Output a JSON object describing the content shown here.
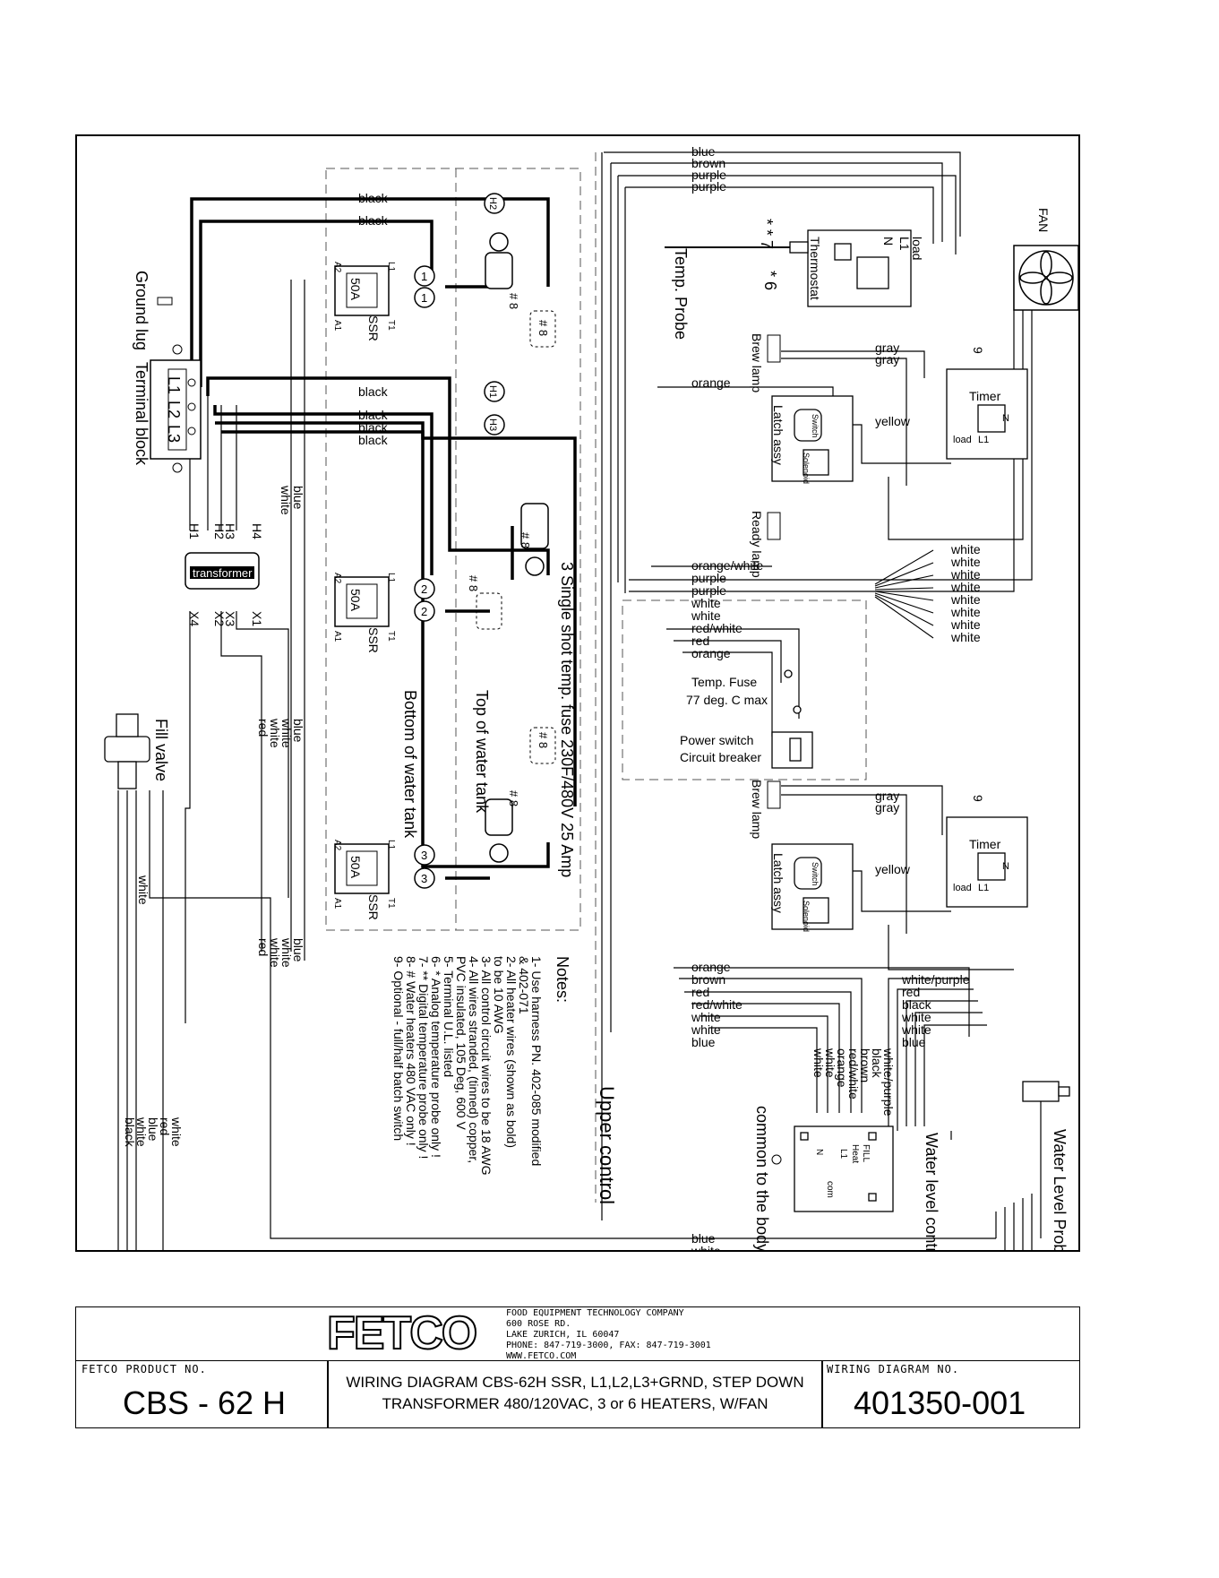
{
  "wire_labels": {
    "blue": "blue",
    "brown": "brown",
    "purple": "purple",
    "black": "black",
    "white": "white",
    "red": "red",
    "gray": "gray",
    "orange": "orange",
    "yellow": "yellow",
    "orange_white": "orange/white",
    "red_white": "red/white",
    "white_purple": "white/purple"
  },
  "components": {
    "ground_lug": "Ground lug",
    "terminal_block": "Terminal block",
    "tb_l1": "L1",
    "tb_l2": "L2",
    "tb_l3": "L3",
    "transformer": "transformer",
    "ssr": "SSR",
    "ssr_rating": "50A",
    "pin_a1": "A1",
    "pin_a2": "A2",
    "pin_l1": "L1",
    "pin_t1": "T1",
    "h1": "H1",
    "h2": "H2",
    "h3": "H3",
    "h4": "H4",
    "x1": "X1",
    "x2": "X2",
    "x3": "X3",
    "x4": "X4",
    "heater_1": "1",
    "heater_2": "2",
    "heater_3": "3",
    "fuse_mark": "# 8",
    "fill_valve": "Fill valve",
    "bottom_tank": "Bottom of water tank",
    "top_tank": "Top of water tank",
    "temp_fuse_note": "3 Single shot temp. fuse 230F/480V 25 Amp",
    "fan": "FAN",
    "thermostat": "Thermostat",
    "temp_probe": "Temp. Probe",
    "note_star": "* 6",
    "note_dstar": "* * 7",
    "n": "N",
    "l1": "L1",
    "load": "load",
    "brew_lamp": "Brew lamp",
    "ready_lamp": "Ready lamp",
    "timer": "Timer",
    "latch": "Latch assy",
    "switch": "Switch",
    "solenoid": "Solenoid",
    "timer_note": "9",
    "temp_fuse": "Temp. Fuse",
    "temp_fuse_rating": "77 deg. C max",
    "power_switch": "Power switch",
    "circuit_breaker": "Circuit breaker",
    "upper_control": "Upper control",
    "water_level_probe": "Water Level Probe",
    "wlcb": "Water level control board",
    "wl_fill": "FILL",
    "wl_heat": "Heat",
    "wl_l1": "L1",
    "wl_n": "N",
    "wl_com": "com",
    "common_body": "common to the body"
  },
  "notes": {
    "title": "Notes:",
    "items": [
      "1- Use harness PN. 402-085 modified",
      "   & 402-071",
      "2- All heater wires (shown as bold)",
      "   to be 10 AWG",
      "3- All control circuit wires to be 18 AWG",
      "4- All wires stranded, (tinned) copper,",
      "   PVC insulated, 105 Deg, 600 V",
      "5- Terminal U.L. listed",
      "6- * Analog temperature probe only !",
      "7- ** Digital temperature probe only !",
      "8- # Water heaters 480 VAC only !",
      "9- Optional - full/half batch switch"
    ]
  },
  "title_block": {
    "company_name": "FOOD EQUIPMENT TECHNOLOGY COMPANY",
    "address1": "600 ROSE RD.",
    "address2": "LAKE ZURICH, IL 60047",
    "phone": "PHONE: 847-719-3000, FAX: 847-719-3001",
    "web": "WWW.FETCO.COM",
    "logo": "FETCO",
    "product_label": "FETCO PRODUCT NO.",
    "product_no": "CBS - 62 H",
    "desc_line1": "WIRING DIAGRAM  CBS-62H  SSR, L1,L2,L3+GRND, STEP DOWN",
    "desc_line2": "TRANSFORMER   480/120VAC,  3 or 6 HEATERS, W/FAN",
    "diagram_label": "WIRING DIAGRAM NO.",
    "diagram_no": "401350-001"
  }
}
